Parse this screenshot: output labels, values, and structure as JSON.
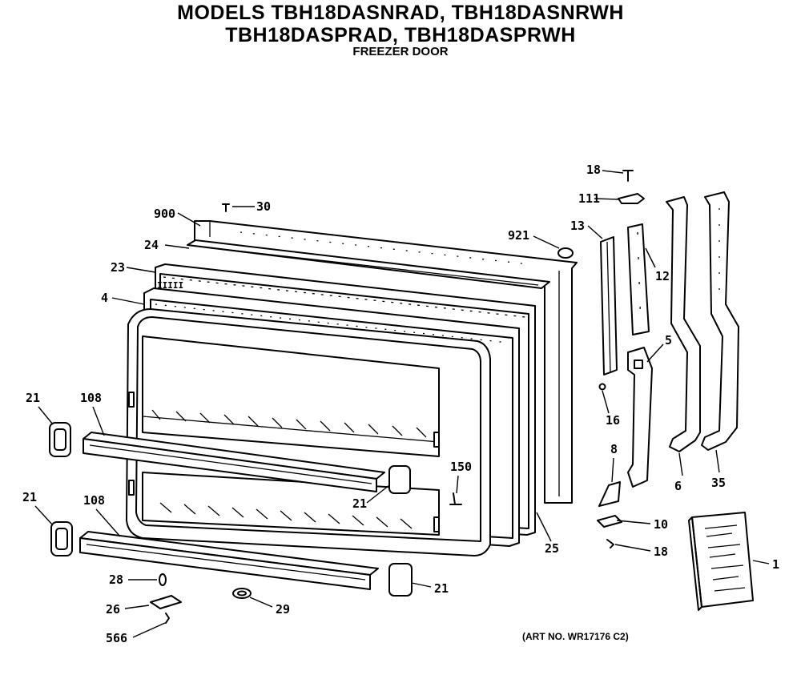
{
  "header": {
    "line1": "MODELS TBH18DASNRAD, TBH18DASNRWH",
    "line2": "TBH18DASPRAD, TBH18DASPRWH",
    "line3": "FREEZER DOOR"
  },
  "art_number": "(ART NO. WR17176 C2)",
  "callouts": {
    "c900": "900",
    "c30": "30",
    "c24": "24",
    "c23": "23",
    "c4": "4",
    "c921": "921",
    "c18_top": "18",
    "c111": "111",
    "c13": "13",
    "c12": "12",
    "c5": "5",
    "c16": "16",
    "c6": "6",
    "c35": "35",
    "c8": "8",
    "c10": "10",
    "c18_bottom": "18",
    "c1": "1",
    "c25": "25",
    "c150": "150",
    "c21_top_left": "21",
    "c108_top": "108",
    "c21_bottom_left": "21",
    "c108_bottom": "108",
    "c21_middle": "21",
    "c21_bottom_right": "21",
    "c28": "28",
    "c26": "26",
    "c566": "566",
    "c29": "29"
  }
}
